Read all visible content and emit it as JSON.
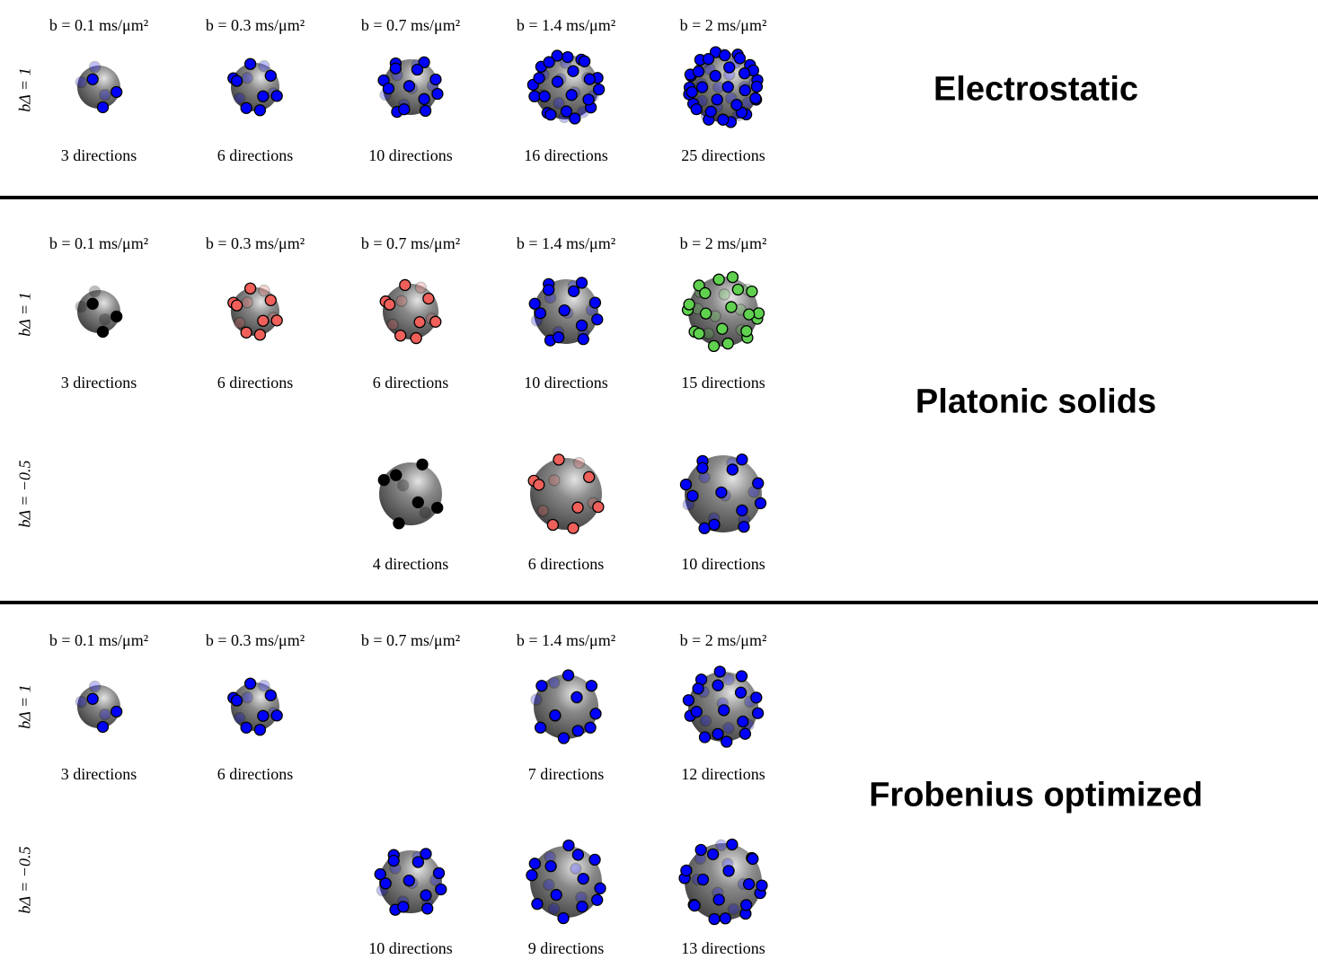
{
  "sections": [
    {
      "title": "Electrostatic",
      "b_labels": [
        "b = 0.1 ms/μm²",
        "b = 0.3 ms/μm²",
        "b = 0.7 ms/μm²",
        "b = 1.4 ms/μm²",
        "b = 2 ms/μm²"
      ],
      "rows": [
        {
          "label": "bΔ = 1",
          "cells": [
            {
              "b": 0.1,
              "directions": 3,
              "caption": "3 directions",
              "color": "#0000ff"
            },
            {
              "b": 0.3,
              "directions": 6,
              "caption": "6 directions",
              "color": "#0000ff"
            },
            {
              "b": 0.7,
              "directions": 10,
              "caption": "10 directions",
              "color": "#0000ff"
            },
            {
              "b": 1.4,
              "directions": 16,
              "caption": "16 directions",
              "color": "#0000ff"
            },
            {
              "b": 2,
              "directions": 25,
              "caption": "25 directions",
              "color": "#0000ff"
            }
          ]
        }
      ]
    },
    {
      "title": "Platonic solids",
      "b_labels": [
        "b = 0.1 ms/μm²",
        "b = 0.3 ms/μm²",
        "b = 0.7 ms/μm²",
        "b = 1.4 ms/μm²",
        "b = 2 ms/μm²"
      ],
      "rows": [
        {
          "label": "bΔ = 1",
          "cells": [
            {
              "b": 0.1,
              "directions": 3,
              "caption": "3 directions",
              "color": "#000000"
            },
            {
              "b": 0.3,
              "directions": 6,
              "caption": "6 directions",
              "color": "#f0605a"
            },
            {
              "b": 0.7,
              "directions": 6,
              "caption": "6 directions",
              "color": "#f0605a"
            },
            {
              "b": 1.4,
              "directions": 10,
              "caption": "10 directions",
              "color": "#0000ff"
            },
            {
              "b": 2,
              "directions": 15,
              "caption": "15 directions",
              "color": "#5fd14f"
            }
          ]
        },
        {
          "label": "bΔ = −0.5",
          "cells": [
            null,
            null,
            {
              "b": 0.7,
              "directions": 4,
              "caption": "4 directions",
              "color": "#000000"
            },
            {
              "b": 1.4,
              "directions": 6,
              "caption": "6 directions",
              "color": "#f0605a"
            },
            {
              "b": 2,
              "directions": 10,
              "caption": "10 directions",
              "color": "#0000ff"
            }
          ]
        }
      ]
    },
    {
      "title": "Frobenius optimized",
      "b_labels": [
        "b = 0.1 ms/μm²",
        "b = 0.3 ms/μm²",
        "b = 0.7 ms/μm²",
        "b = 1.4 ms/μm²",
        "b = 2 ms/μm²"
      ],
      "rows": [
        {
          "label": "bΔ = 1",
          "cells": [
            {
              "b": 0.1,
              "directions": 3,
              "caption": "3 directions",
              "color": "#0000ff"
            },
            {
              "b": 0.3,
              "directions": 6,
              "caption": "6 directions",
              "color": "#0000ff"
            },
            null,
            {
              "b": 1.4,
              "directions": 7,
              "caption": "7 directions",
              "color": "#0000ff"
            },
            {
              "b": 2,
              "directions": 12,
              "caption": "12 directions",
              "color": "#0000ff"
            }
          ]
        },
        {
          "label": "bΔ = −0.5",
          "cells": [
            null,
            null,
            {
              "b": 0.7,
              "directions": 10,
              "caption": "10 directions",
              "color": "#0000ff"
            },
            {
              "b": 1.4,
              "directions": 9,
              "caption": "9 directions",
              "color": "#0000ff"
            },
            {
              "b": 2,
              "directions": 13,
              "caption": "13 directions",
              "color": "#0000ff"
            }
          ]
        }
      ]
    }
  ]
}
